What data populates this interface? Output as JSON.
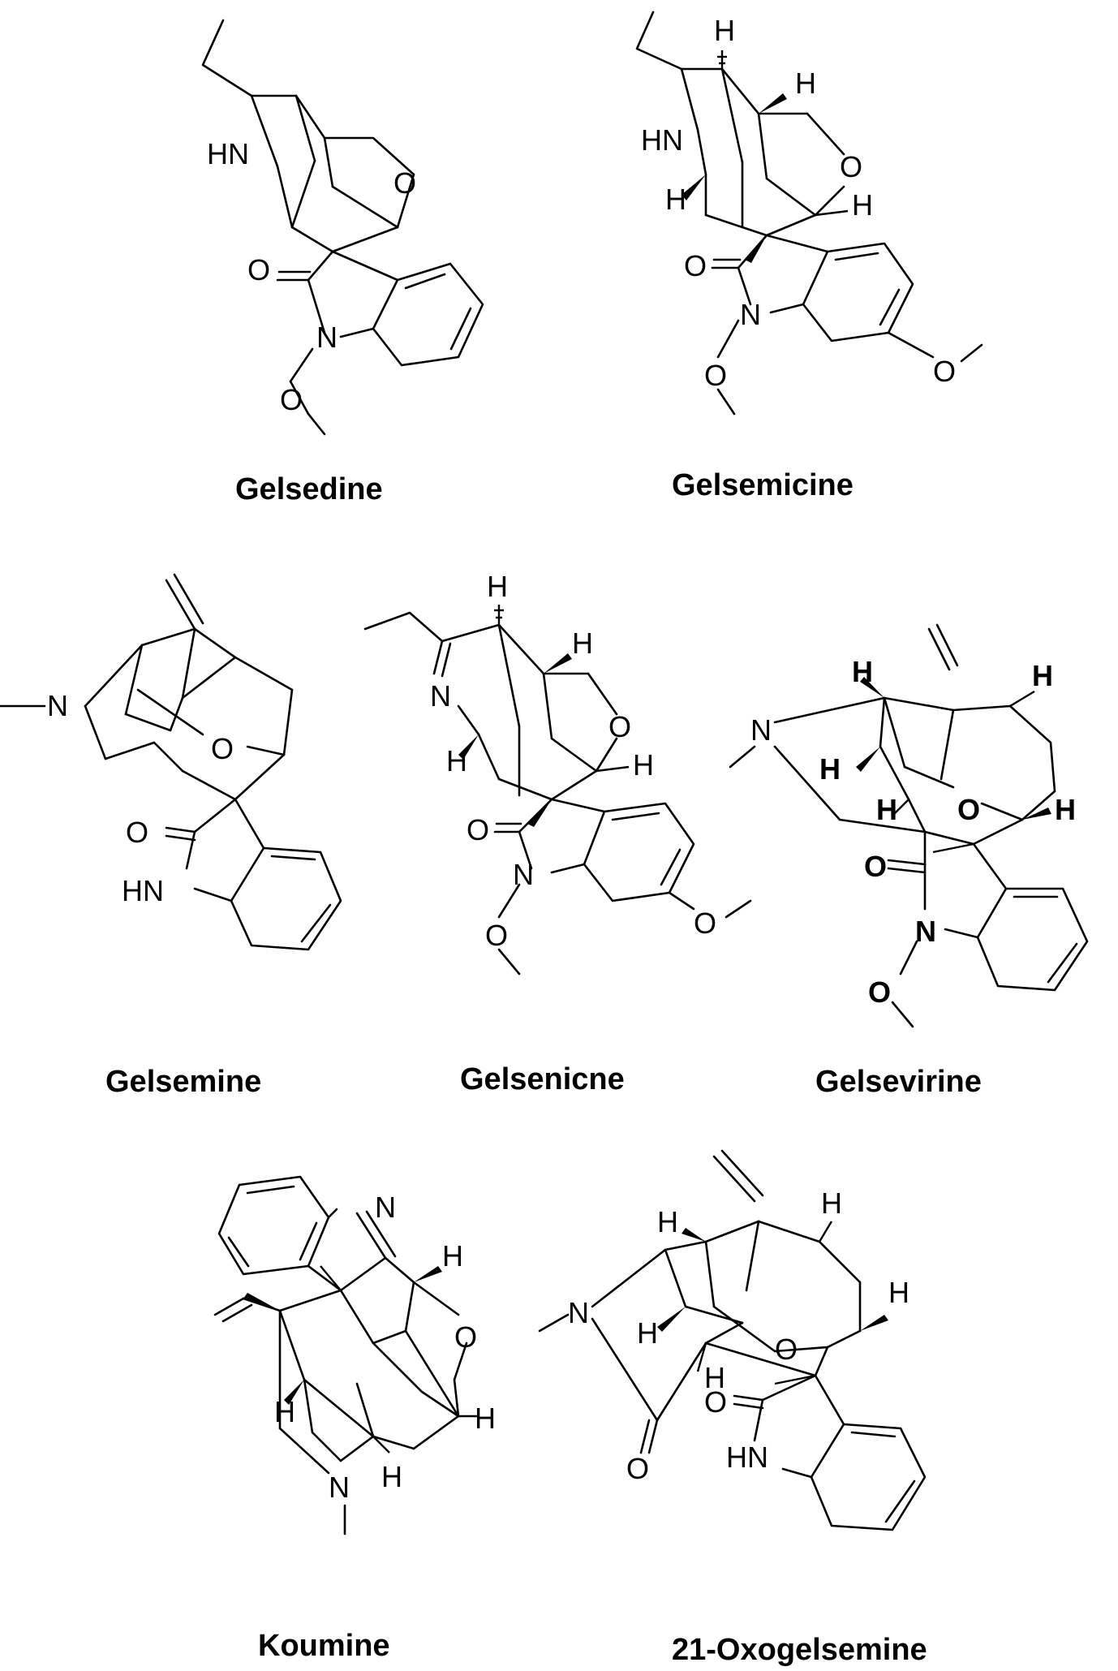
{
  "compounds": [
    {
      "id": "gelsedine",
      "name": "Gelsedine"
    },
    {
      "id": "gelsemicine",
      "name": "Gelsemicine"
    },
    {
      "id": "gelsemine",
      "name": "Gelsemine"
    },
    {
      "id": "gelsenicne",
      "name": "Gelsenicne"
    },
    {
      "id": "gelsevirine",
      "name": "Gelsevirine"
    },
    {
      "id": "koumine",
      "name": "Koumine"
    },
    {
      "id": "oxogelsemine",
      "name": "21-Oxogelsemine"
    }
  ],
  "atoms": {
    "HN": "HN",
    "N": "N",
    "O": "O",
    "H": "H"
  }
}
